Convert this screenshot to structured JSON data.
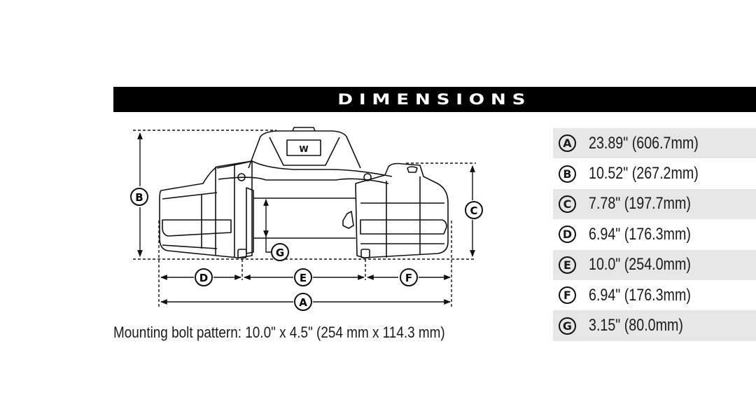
{
  "header": {
    "title": "DIMENSIONS"
  },
  "diagram": {
    "labels": {
      "A": "A",
      "B": "B",
      "C": "C",
      "D": "D",
      "E": "E",
      "F": "F",
      "G": "G"
    },
    "logo_text": "W"
  },
  "caption": "Mounting bolt pattern: 10.0\" x 4.5\" (254 mm x 114.3 mm)",
  "specs": [
    {
      "letter": "A",
      "value": "23.89\" (606.7mm)",
      "shaded": true
    },
    {
      "letter": "B",
      "value": "10.52\" (267.2mm)",
      "shaded": false
    },
    {
      "letter": "C",
      "value": "7.78\" (197.7mm)",
      "shaded": true
    },
    {
      "letter": "D",
      "value": "6.94\" (176.3mm)",
      "shaded": false
    },
    {
      "letter": "E",
      "value": "10.0\" (254.0mm)",
      "shaded": true
    },
    {
      "letter": "F",
      "value": "6.94\" (176.3mm)",
      "shaded": false
    },
    {
      "letter": "G",
      "value": "3.15\" (80.0mm)",
      "shaded": true
    }
  ],
  "colors": {
    "title_bg": "#000000",
    "title_fg": "#ffffff",
    "row_shade": "#e6e6e6",
    "ink": "#1a1a1a"
  }
}
